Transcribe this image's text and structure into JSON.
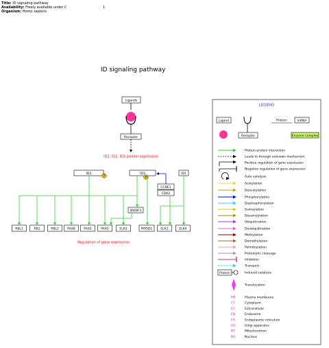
{
  "meta": {
    "title_label": "Title:",
    "title_value": "ID signaling pathway",
    "availability_label": "Availability:",
    "availability_value": "Freely available under C",
    "organism_label": "Organism:",
    "organism_value": "Homo sapiens",
    "page_number": "1"
  },
  "diagram": {
    "title": "ID signaling pathway",
    "ligands": "Ligands",
    "receptor": "Receptor",
    "id_expression_caption": "ID2, ID2, ID3 protein expression",
    "regulation_caption": "Regulation of gene expression",
    "top_nodes": [
      "ID2",
      "ID3",
      "ID1"
    ],
    "kinase_nodes": [
      "CCNE1",
      "CDK2"
    ],
    "srebf": "SREBF1",
    "phospho_marker": "P",
    "targets": [
      "RBL1",
      "RB1",
      "RBL2",
      "PAX8",
      "PAX2",
      "PAX5",
      "ELK3",
      "MYOD1",
      "ELK1",
      "ELK4"
    ]
  },
  "legend": {
    "title": "LEGEND",
    "ligand": "Ligand",
    "receptor": "Receptor",
    "protein": "Protein",
    "mrna": "mRNA",
    "enzyme_complex": "Enzyme complex",
    "protein_box": "Protein",
    "colors": {
      "ppi": "#33cc33",
      "positive": "#000000",
      "acetylation": "#ffcc33",
      "deacetylation": "#cc9900",
      "phosphorylation": "#0000cc",
      "dephosphorylation": "#33ccff",
      "sumoylation": "#cccc00",
      "desumoylation": "#999900",
      "ubiquitination": "#9933ff",
      "deubiquitination": "#cc66cc",
      "methylation": "#990000",
      "demethylation": "#996633",
      "palmitoylation": "#ff9999",
      "proteolytic": "#999999",
      "inhibition": "#cc3366",
      "transport": "#33cccc",
      "translocation": "#ff33ff",
      "ligand_fill": "#ff3399",
      "enzyme_fill": "#ccff66",
      "legend_title": "#3333cc",
      "caption_red": "#ff0000",
      "compartment": "#cc33cc"
    },
    "items": [
      "Protein-protein interaction",
      "Leads to through unknown mechanism",
      "Positive regulation of gene expression",
      "Negative regulation of gene expression",
      "Auto catalysis",
      "Acetylation",
      "Deacetylation",
      "Phosphorylation",
      "Dephosphorylation",
      "Sumoylation",
      "Desumoylation",
      "Ubiquitination",
      "Deubiquitination",
      "Methylation",
      "Demethylation",
      "Palmitoylation",
      "Proteolytic cleavage",
      "Inhibition",
      "Transport",
      "Induced catalysis",
      "Translocation"
    ],
    "compartments": [
      {
        "code": "PM",
        "name": "Plasma membrane"
      },
      {
        "code": "CY",
        "name": "Cytoplasm"
      },
      {
        "code": "EC",
        "name": "Extracellular"
      },
      {
        "code": "EN",
        "name": "Endosome"
      },
      {
        "code": "ER",
        "name": "Endoplasmic reticulum"
      },
      {
        "code": "GO",
        "name": "Golgi apparatus"
      },
      {
        "code": "MT",
        "name": "Mitochondrion"
      },
      {
        "code": "NU",
        "name": "Nucleus"
      }
    ]
  }
}
